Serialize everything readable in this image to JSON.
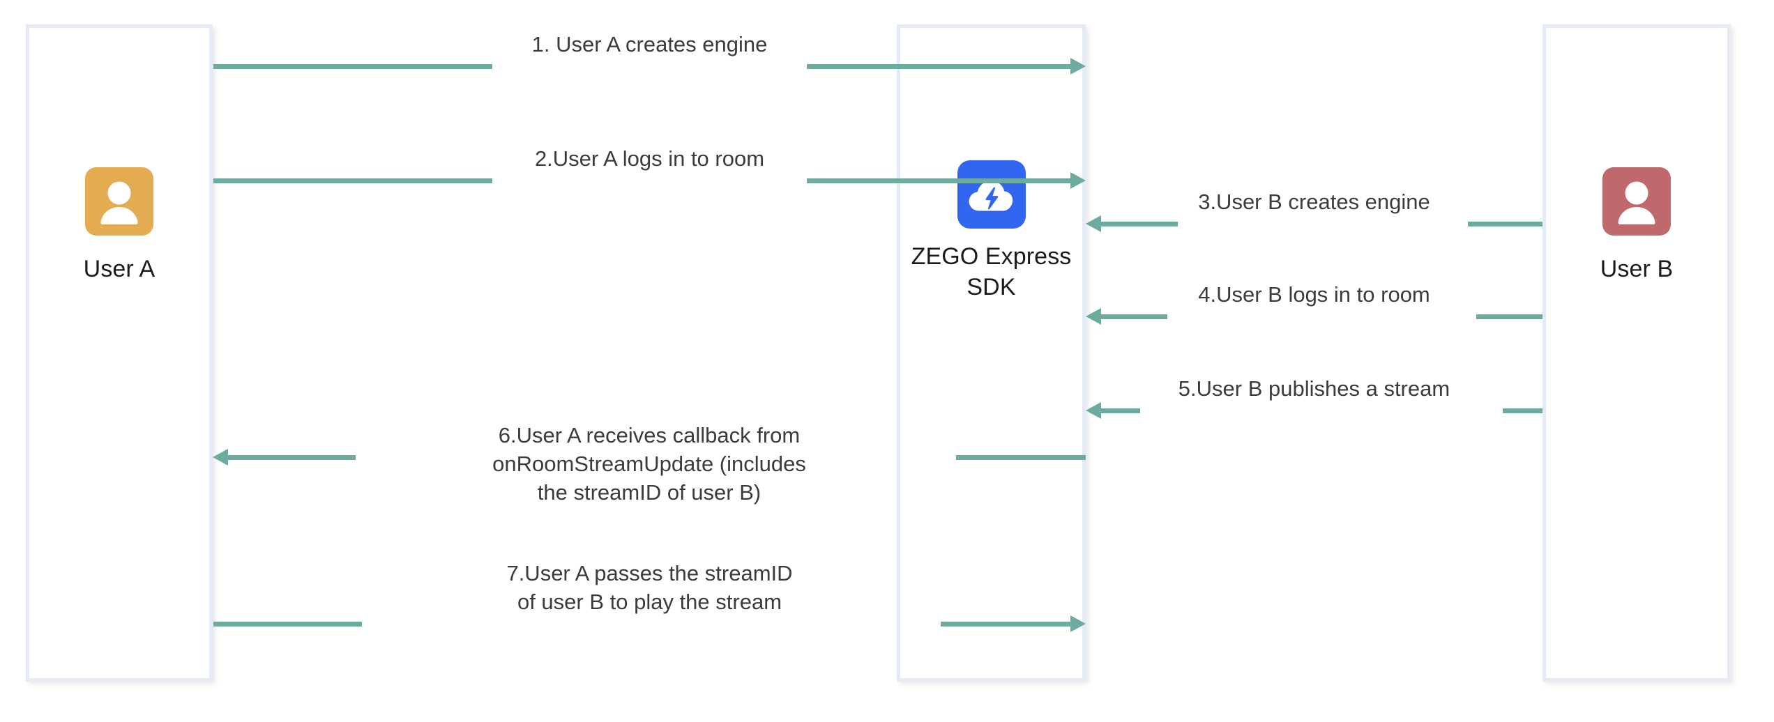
{
  "diagram": {
    "title": "ZEGO Express SDK publish/play sequence",
    "background": "#ffffff",
    "arrow_color": "#6cab9d",
    "lane_border_color": "#e5eaf8"
  },
  "lanes": [
    {
      "id": "user-a",
      "label": "User A",
      "icon": "user-avatar-icon",
      "icon_color": "#e3ac51"
    },
    {
      "id": "zego-express-sdk",
      "label_lines": [
        "ZEGO",
        "Express",
        "SDK"
      ],
      "icon": "zego-cloud-bolt-icon",
      "icon_color": "#3366f0"
    },
    {
      "id": "user-b",
      "label": "User B",
      "icon": "user-avatar-icon",
      "icon_color": "#c0696c"
    }
  ],
  "messages": [
    {
      "index": "1",
      "lines": [
        "1. User A creates engine"
      ],
      "direction": "right",
      "from": "user-a",
      "to": "zego-express-sdk"
    },
    {
      "index": "2",
      "lines": [
        "2.User A logs in to room"
      ],
      "direction": "right",
      "from": "user-a",
      "to": "zego-express-sdk"
    },
    {
      "index": "3",
      "lines": [
        "3.User B creates engine"
      ],
      "direction": "left",
      "from": "user-b",
      "to": "zego-express-sdk"
    },
    {
      "index": "4",
      "lines": [
        "4.User B logs in to room"
      ],
      "direction": "left",
      "from": "user-b",
      "to": "zego-express-sdk"
    },
    {
      "index": "5",
      "lines": [
        "5.User B publishes a stream"
      ],
      "direction": "left",
      "from": "user-b",
      "to": "zego-express-sdk"
    },
    {
      "index": "6",
      "lines": [
        "6.User A receives callback from",
        "onRoomStreamUpdate (includes",
        "the streamID of user B)"
      ],
      "direction": "left",
      "from": "zego-express-sdk",
      "to": "user-a"
    },
    {
      "index": "7",
      "lines": [
        "7.User A passes the streamID",
        "of user B to play the stream"
      ],
      "direction": "right",
      "from": "user-a",
      "to": "zego-express-sdk"
    }
  ]
}
